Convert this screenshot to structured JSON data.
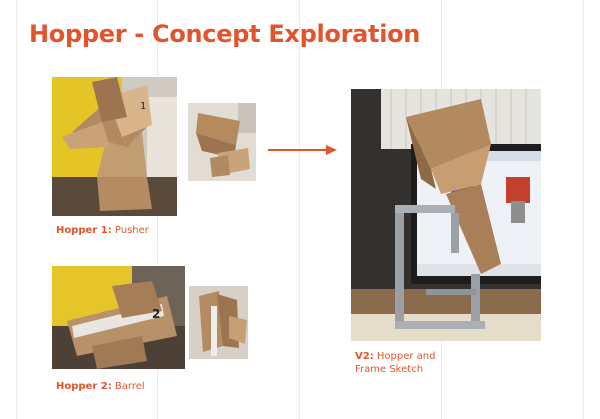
{
  "page": {
    "title": "Hopper - Concept Exploration",
    "captions": {
      "hopper1": {
        "bold": "Hopper 1:",
        "text": " Pusher"
      },
      "hopper2": {
        "bold": "Hopper 2:",
        "text": " Barrel"
      },
      "v2": {
        "bold": "V2:",
        "line1": " Hopper and",
        "line2": "Frame Sketch"
      }
    },
    "photos": {
      "hopper1_main": {
        "label": "1"
      },
      "hopper2_main": {
        "label": "2"
      }
    },
    "colors": {
      "accent": "#e2552c",
      "cardboard": "#b9916a",
      "yellow": "#e7c72a"
    }
  }
}
